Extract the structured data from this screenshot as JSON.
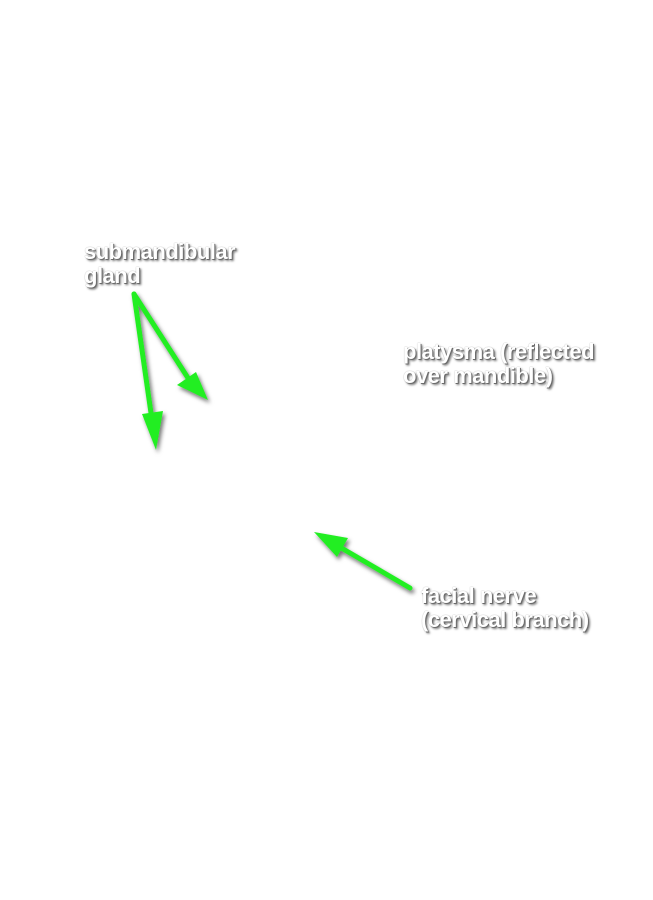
{
  "labels": {
    "submandibular": {
      "line1": "submandibular",
      "line2": "gland"
    },
    "platysma": {
      "line1": "platysma (reflected",
      "line2": "over mandible)"
    },
    "facial_nerve": {
      "line1": "facial nerve",
      "line2": "(cervical branch)"
    }
  },
  "colors": {
    "background": "#ffffff",
    "arrow": "#22ee22",
    "label_text": "#ffffff"
  }
}
